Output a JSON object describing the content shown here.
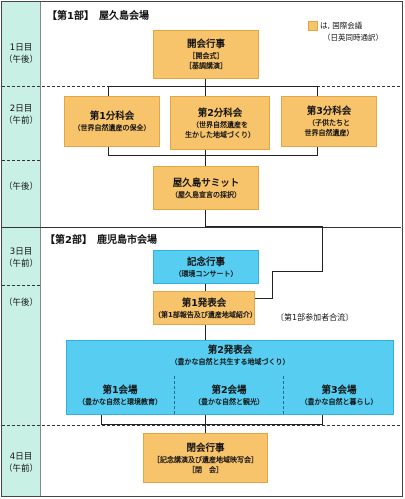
{
  "days": [
    {
      "day": "1日目",
      "time": "（午後）"
    },
    {
      "day": "2日目",
      "time": "（午前）"
    },
    {
      "day": "",
      "time": "（午後）"
    },
    {
      "day": "3日目",
      "time": "（午前）"
    },
    {
      "day": "",
      "time": "（午後）"
    },
    {
      "day": "4日目",
      "time": "（午前）"
    }
  ],
  "part1_title": "【第1部】　屋久島会場",
  "part2_title": "【第2部】　鹿児島市会場",
  "legend": {
    "line1": "は, 国際会議",
    "line2": "（日英同時通訳）",
    "color": "#f7c36b"
  },
  "boxes": {
    "opening": {
      "title": "開会行事",
      "sub1": "［開会式］",
      "sub2": "［基調講演］"
    },
    "sub1": {
      "title": "第1分科会",
      "sub1": "（世界自然遺産の保全）"
    },
    "sub2": {
      "title": "第2分科会",
      "sub1": "（世界自然遺産を",
      "sub2": "生かした地域づくり）"
    },
    "sub3": {
      "title": "第3分科会",
      "sub1": "（子供たちと",
      "sub2": "世界自然遺産）"
    },
    "summit": {
      "title": "屋久島サミット",
      "sub1": "（屋久島宣言の採択）"
    },
    "memorial": {
      "title": "記念行事",
      "sub1": "（環境コンサート）"
    },
    "pres1": {
      "title": "第1発表会",
      "sub1": "（第1部報告及び遺産地域紹介）"
    },
    "pres2": {
      "title": "第2発表会",
      "sub1": "（豊かな自然と共生する地域づくり）"
    },
    "venue1": {
      "title": "第1会場",
      "sub1": "（豊かな自然と環境教育）"
    },
    "venue2": {
      "title": "第2会場",
      "sub1": "（豊かな自然と観光）"
    },
    "venue3": {
      "title": "第3会場",
      "sub1": "（豊かな自然と暮らし）"
    },
    "closing": {
      "title": "閉会行事",
      "sub1": "［記念講演及び遺産地域映写会］",
      "sub2": "［閉　会］"
    }
  },
  "join_note": "〔第1部参加者合流〕",
  "colors": {
    "orange": "#f7c36b",
    "blue": "#56cdf1",
    "left_column": "#c9f0e4"
  }
}
